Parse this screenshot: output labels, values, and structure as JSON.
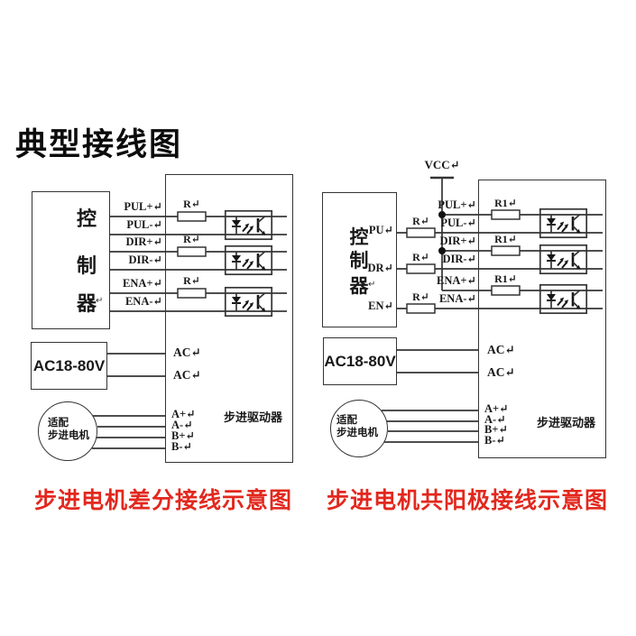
{
  "title": "典型接线图",
  "colors": {
    "wire": "#343434",
    "text": "#181818",
    "caption_red": "#e2281e",
    "background": "#ffffff"
  },
  "left": {
    "caption": "步进电机差分接线示意图",
    "controller": {
      "chars": [
        "控",
        "制",
        "器"
      ],
      "mark": "↵"
    },
    "signal_labels": [
      "PUL+↵",
      "PUL-↵",
      "DIR+↵",
      "DIR-↵",
      "ENA+↵",
      "ENA-↵"
    ],
    "resistor_labels": [
      "R↵",
      "R↵",
      "R↵"
    ],
    "power_label": "AC18-80V",
    "ac_labels": [
      "AC↵",
      "AC↵"
    ],
    "motor_lines": [
      "适配",
      "步进电机"
    ],
    "motor_terminals": [
      "A+↵",
      "A-↵",
      "B+↵",
      "B-↵"
    ],
    "driver_label": "步进驱动器"
  },
  "right": {
    "caption": "步进电机共阳极接线示意图",
    "vcc_label": "VCC↵",
    "controller": {
      "chars": [
        "控",
        "制",
        "器"
      ],
      "mark": "↵"
    },
    "controller_terminals": [
      "PU↵",
      "DR↵",
      "EN↵"
    ],
    "signal_labels": [
      "PUL+↵",
      "PUL-↵",
      "DIR+↵",
      "DIR-↵",
      "ENA+↵",
      "ENA-↵"
    ],
    "external_resistor_labels": [
      "R↵",
      "R↵",
      "R↵"
    ],
    "internal_resistor_labels": [
      "R1↵",
      "R1↵",
      "R1↵"
    ],
    "power_label": "AC18-80V",
    "ac_labels": [
      "AC↵",
      "AC↵"
    ],
    "motor_lines": [
      "适配",
      "步进电机"
    ],
    "motor_terminals": [
      "A+↵",
      "A-↵",
      "B+↵",
      "B-↵"
    ],
    "driver_label": "步进驱动器"
  }
}
